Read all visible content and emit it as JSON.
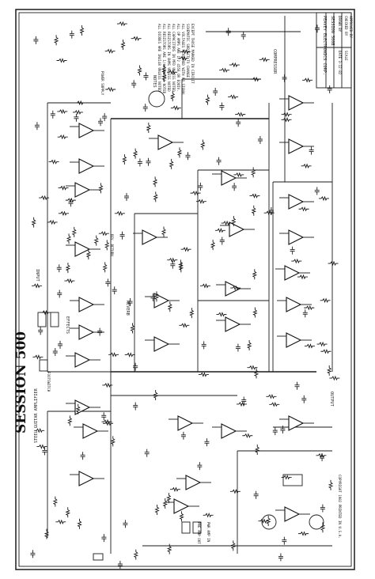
{
  "title_block": {
    "company": "PEAVEY ELECTRONICS CORP.",
    "drawing_title": "SESSION 500B",
    "drawn_by": "DRAWN BY",
    "checked_by": "CHECKED BY",
    "approved_by": "APPROVED BY",
    "date": "DATE 3-12-82",
    "scale": "SCALE"
  },
  "product_label": {
    "name": "SESSION 500",
    "subtitle": "STEEL GUITAR AMPLIFIER"
  },
  "notes": {
    "header": "NOTES",
    "lines": [
      "ALL DIODES ARE 1N4148 UNLESS NOTED",
      "ALL RESISTORS ARE 1/4W UNLESS NOTED",
      "ALL RESISTORS IN OHMS UNLESS NOTED",
      "ALL CAPACITORS IN MFD UNLESS NOTED",
      "ALL OP AMPS ARE 1/2 4558 OR EQUIV.",
      "ALL VOLTAGES MEASURED WITH NO SIGNAL",
      "SCHEMATIC SUBJECT TO CHANGE",
      "EXCEPT THOSE MARKED IN CIRCUIT"
    ]
  },
  "labels": {
    "compressor": "COMPRESSOR",
    "effects": "EFFECTS",
    "footswitch": "FOOTSWITCH",
    "reverb": "REVERB",
    "rev_return": "REV. RETURN",
    "output": "OUTPUT",
    "input": "INPUT",
    "preamp_out": "PRE AMP OUT",
    "pwr_amp_in": "PWR AMP IN",
    "power_supply": "POWER SUPPLY",
    "copyright": "COPYRIGHT 1982   PRINTED IN U.S.A."
  },
  "colors": {
    "ink": "#1a1a1a",
    "paper": "#ffffff"
  }
}
